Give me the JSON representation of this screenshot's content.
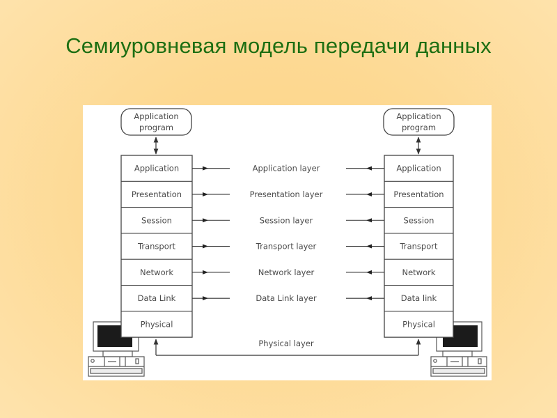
{
  "slide": {
    "title": "Семиуровневая модель передачи данных"
  },
  "diagram": {
    "left_stack": {
      "program_label_line1": "Application",
      "program_label_line2": "program",
      "layers": [
        "Application",
        "Presentation",
        "Session",
        "Transport",
        "Network",
        "Data Link",
        "Physical"
      ]
    },
    "right_stack": {
      "program_label_line1": "Application",
      "program_label_line2": "program",
      "layers": [
        "Application",
        "Presentation",
        "Session",
        "Transport",
        "Network",
        "Data link",
        "Physical"
      ]
    },
    "peer_links": [
      "Application layer",
      "Presentation layer",
      "Session layer",
      "Transport layer",
      "Network layer",
      "Data Link layer"
    ],
    "physical_link": "Physical layer",
    "icons": {
      "left_host": "computer-icon",
      "right_host": "computer-icon"
    }
  }
}
